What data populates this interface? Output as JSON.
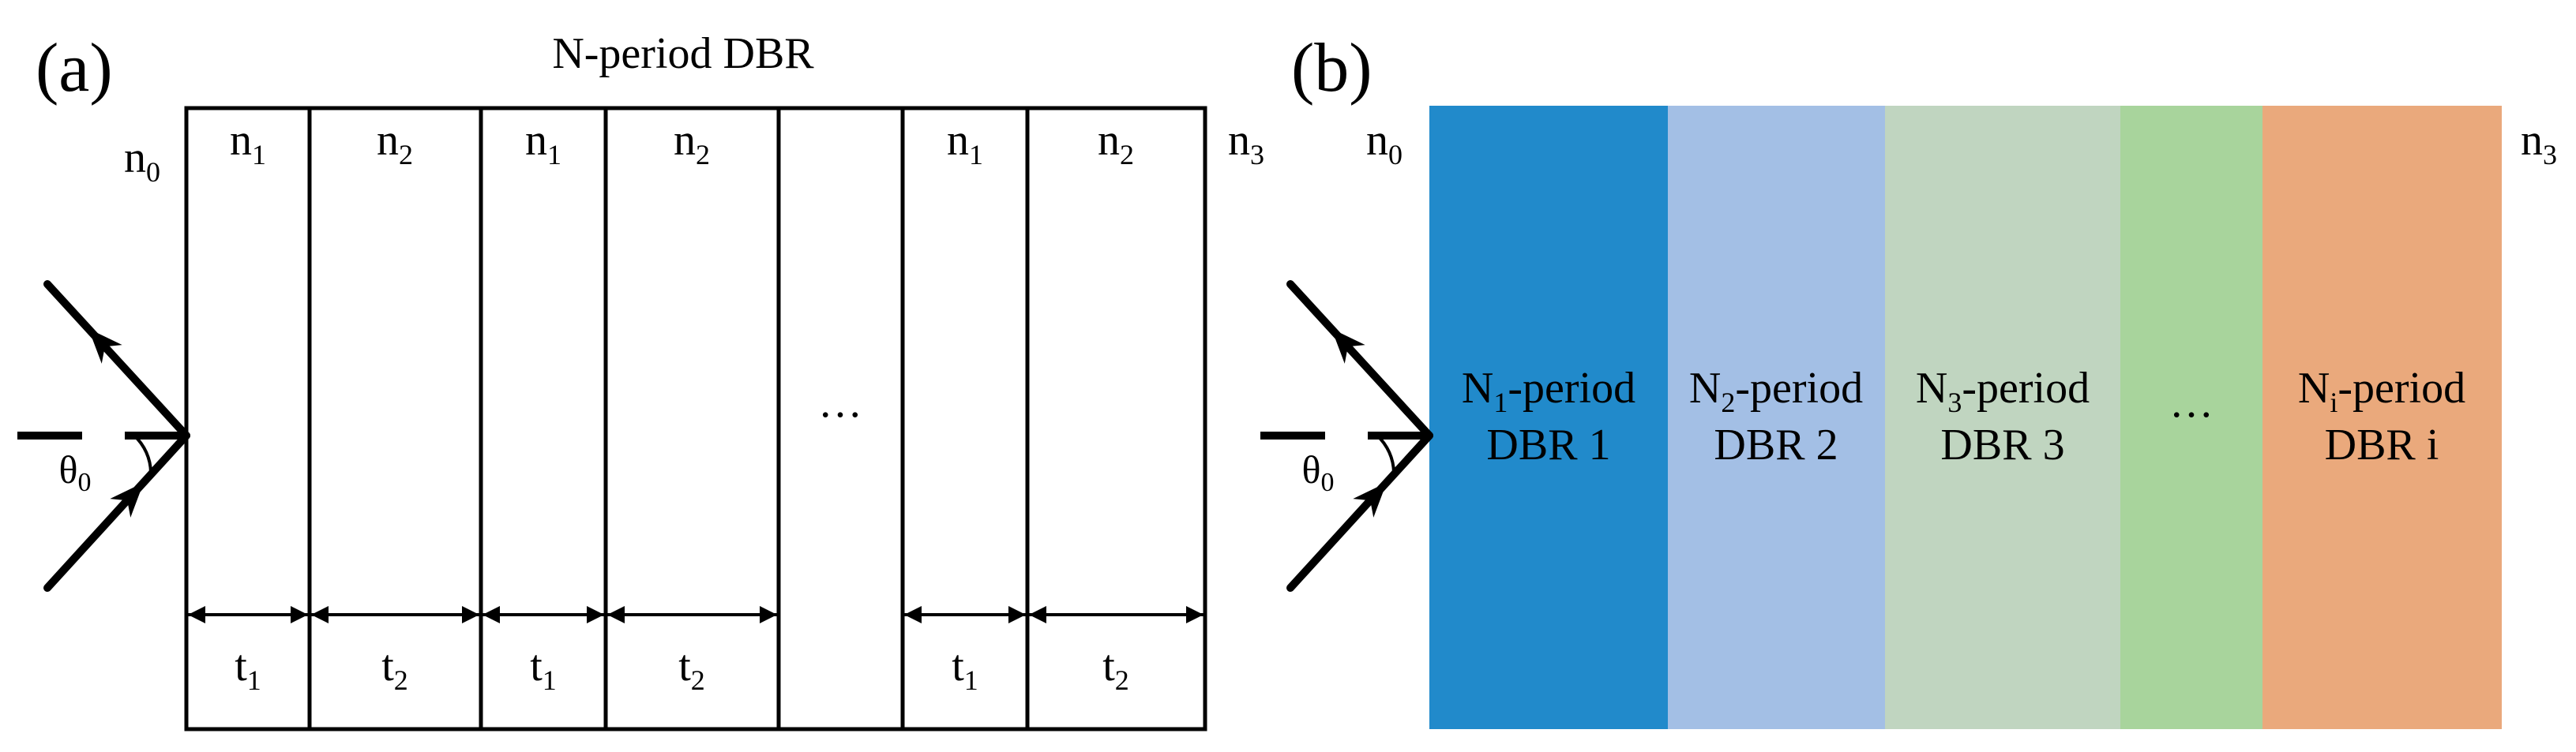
{
  "panel_a": {
    "label": "(a)",
    "title": "N-period DBR",
    "ambient_index": {
      "base": "n",
      "sub": "0"
    },
    "substrate_index": {
      "base": "n",
      "sub": "3"
    },
    "angle": {
      "base": "θ",
      "sub": "0"
    },
    "layers": [
      {
        "n": {
          "base": "n",
          "sub": "1"
        },
        "t": {
          "base": "t",
          "sub": "1"
        }
      },
      {
        "n": {
          "base": "n",
          "sub": "2"
        },
        "t": {
          "base": "t",
          "sub": "2"
        }
      },
      {
        "n": {
          "base": "n",
          "sub": "1"
        },
        "t": {
          "base": "t",
          "sub": "1"
        }
      },
      {
        "n": {
          "base": "n",
          "sub": "2"
        },
        "t": {
          "base": "t",
          "sub": "2"
        }
      },
      {
        "ellipsis": "…"
      },
      {
        "n": {
          "base": "n",
          "sub": "1"
        },
        "t": {
          "base": "t",
          "sub": "1"
        }
      },
      {
        "n": {
          "base": "n",
          "sub": "2"
        },
        "t": {
          "base": "t",
          "sub": "2"
        }
      }
    ]
  },
  "panel_b": {
    "label": "(b)",
    "ambient_index": {
      "base": "n",
      "sub": "0"
    },
    "substrate_index": {
      "base": "n",
      "sub": "3"
    },
    "angle": {
      "base": "θ",
      "sub": "0"
    },
    "blocks": [
      {
        "line1": {
          "pre": "N",
          "sub": "1",
          "post": "-period"
        },
        "line2": "DBR 1",
        "color": "#218acb"
      },
      {
        "line1": {
          "pre": "N",
          "sub": "2",
          "post": "-period"
        },
        "line2": "DBR 2",
        "color": "#a3bfe5"
      },
      {
        "line1": {
          "pre": "N",
          "sub": "3",
          "post": "-period"
        },
        "line2": "DBR 3",
        "color": "#c0d5c0"
      },
      {
        "ellipsis": "…",
        "color": "#a8d49c"
      },
      {
        "line1": {
          "pre": "N",
          "sub": "i",
          "post": "-period"
        },
        "line2": "DBR i",
        "color": "#eaa97c"
      }
    ]
  }
}
